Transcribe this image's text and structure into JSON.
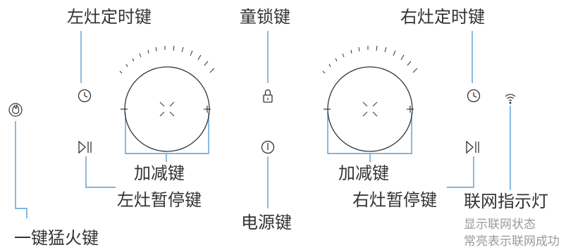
{
  "labels": {
    "left_timer": "左灶定时键",
    "child_lock": "童锁键",
    "right_timer": "右灶定时键",
    "left_adjust": "加减键",
    "right_adjust": "加减键",
    "left_pause": "左灶暂停键",
    "right_pause": "右灶暂停键",
    "power": "电源键",
    "boost": "一键猛火键",
    "wifi_indicator": "联网指示灯"
  },
  "wifi_notes": {
    "line1": "显示联网状态",
    "line2": "常亮表示联网成功"
  },
  "colors": {
    "leader_line": "#5b9bd5",
    "icon_stroke": "#333333",
    "label_text": "#333333",
    "note_text": "#9a9a9a"
  },
  "icons": {
    "timer": "clock-icon",
    "lock": "lock-icon",
    "power": "power-icon",
    "boost": "flame-icon",
    "play_pause": "play-pause-icon",
    "wifi": "wifi-icon"
  }
}
